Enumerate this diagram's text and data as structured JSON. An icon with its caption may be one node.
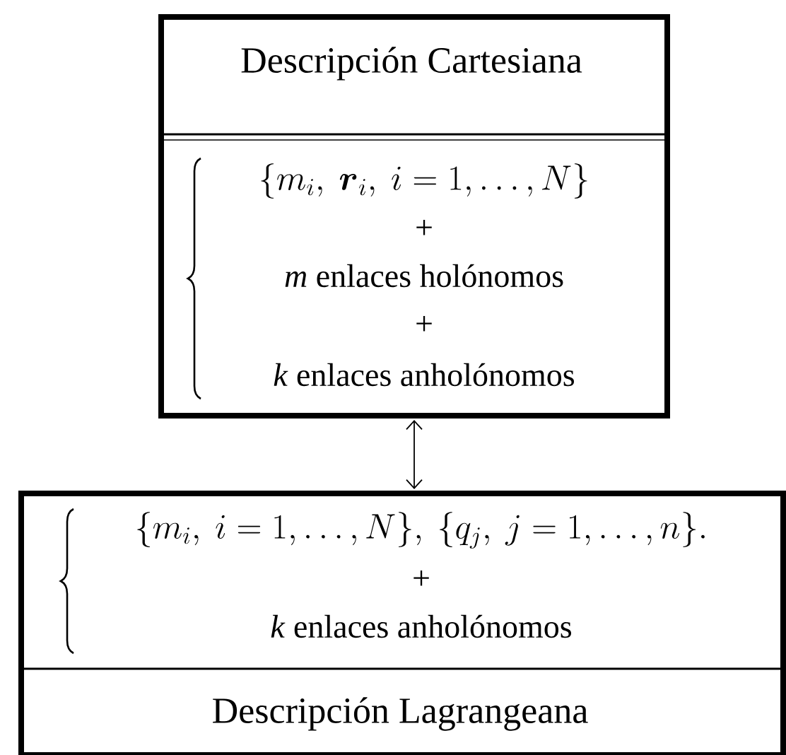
{
  "diagram": {
    "nodes": [
      {
        "text": [
          "Descripción Cartesiana",
          "\\{m_i,\\ \\boldsymbol{r}_i,\\ i=1,\\ldots,N\\}",
          "+",
          "*m* enlaces holónomos",
          "+",
          "*k* enlaces anholónomos"
        ]
      },
      {
        "text": [
          "\\{m_i,\\ i=1,\\ldots,N\\},\\ \\{q_j,\\ j=1,\\ldots,n\\}.",
          "+",
          "*k* enlaces anholónomos",
          "Descripción Lagrangeana"
        ]
      }
    ],
    "edges": [
      {
        "from": 0,
        "to": 1,
        "arrow": "both"
      }
    ]
  }
}
